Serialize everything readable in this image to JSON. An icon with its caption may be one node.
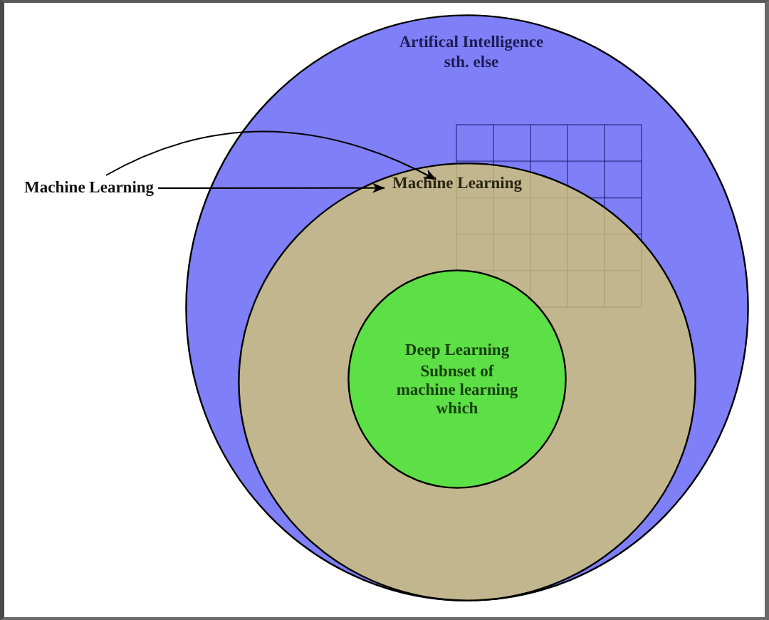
{
  "diagram": {
    "nodes": [
      {
        "text": [
          "Artifical Intelligence sth. else"
        ]
      },
      {
        "text": [
          "Machine Learning"
        ]
      },
      {
        "text": [
          "Machine Learning"
        ],
        "in": 0
      },
      {
        "text": [
          "Deep Learning",
          "Subnset of machine learning which"
        ],
        "in": 2
      }
    ],
    "edges": [
      {
        "from": 1,
        "to": 2,
        "arrow": "to"
      },
      {
        "from": 1,
        "to": 2,
        "arrow": "to"
      }
    ]
  }
}
